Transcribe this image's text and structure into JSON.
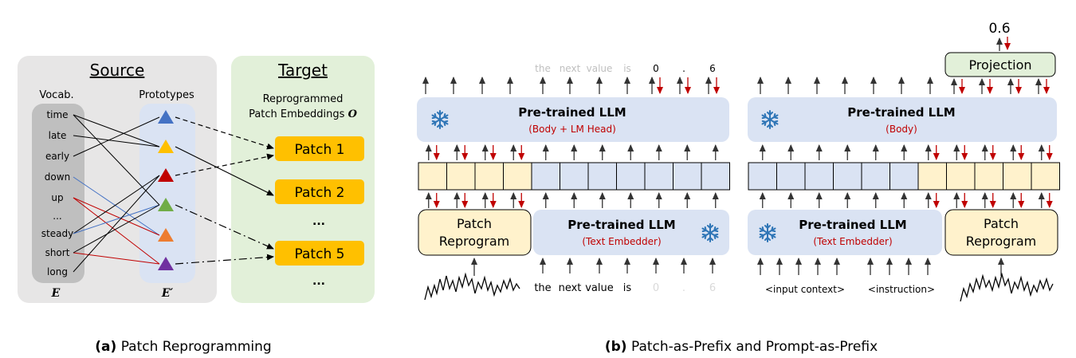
{
  "panel_a": {
    "source_title": "Source",
    "target_title": "Target",
    "vocab_label": "Vocab.",
    "prototypes_label": "Prototypes",
    "words": [
      "time",
      "late",
      "early",
      "down",
      "up",
      "...",
      "steady",
      "short",
      "long"
    ],
    "e_label": "E",
    "e_prime_label": "E′",
    "target_desc_line1": "Reprogrammed",
    "target_desc_line2": "Patch Embeddings",
    "o_label": "O",
    "patches": [
      "Patch 1",
      "Patch 2",
      "...",
      "Patch 5",
      "..."
    ],
    "prototype_colors": [
      "#4472c4",
      "#ffc000",
      "#c00000",
      "#70ad47",
      "#ed7d31",
      "#7030a0"
    ],
    "caption_bold": "(a)",
    "caption_text": " Patch Reprogramming"
  },
  "panel_b": {
    "left": {
      "top_tokens": [
        "the",
        "next",
        "value",
        "is",
        "0",
        ".",
        "6"
      ],
      "llm_title": "Pre-trained LLM",
      "llm_sub": "(Body + LM Head)",
      "patch_reprogram_line1": "Patch",
      "patch_reprogram_line2": "Reprogram",
      "embedder_title": "Pre-trained LLM",
      "embedder_sub": "(Text Embedder)",
      "bottom_tokens": [
        "the",
        "next",
        "value",
        "is",
        "0",
        ".",
        "6"
      ]
    },
    "right": {
      "output_value": "0.6",
      "projection_label": "Projection",
      "llm_title": "Pre-trained LLM",
      "llm_sub": "(Body)",
      "embedder_title": "Pre-trained LLM",
      "embedder_sub": "(Text Embedder)",
      "patch_reprogram_line1": "Patch",
      "patch_reprogram_line2": "Reprogram",
      "input_context": "<input context>",
      "instruction": "<instruction>"
    },
    "caption_bold": "(b)",
    "caption_text": " Patch-as-Prefix and Prompt-as-Prefix"
  },
  "colors": {
    "source_bg": "#e7e6e6",
    "vocab_bg": "#bfbfbf",
    "prototype_bg": "#dae3f3",
    "target_bg": "#e2f0d9",
    "patch_fill": "#ffc000",
    "llm_fill": "#dae3f3",
    "token_blue": "#dae3f3",
    "token_yellow": "#fff2cc",
    "projection_fill": "#e2f0d9",
    "red": "#c00000"
  }
}
